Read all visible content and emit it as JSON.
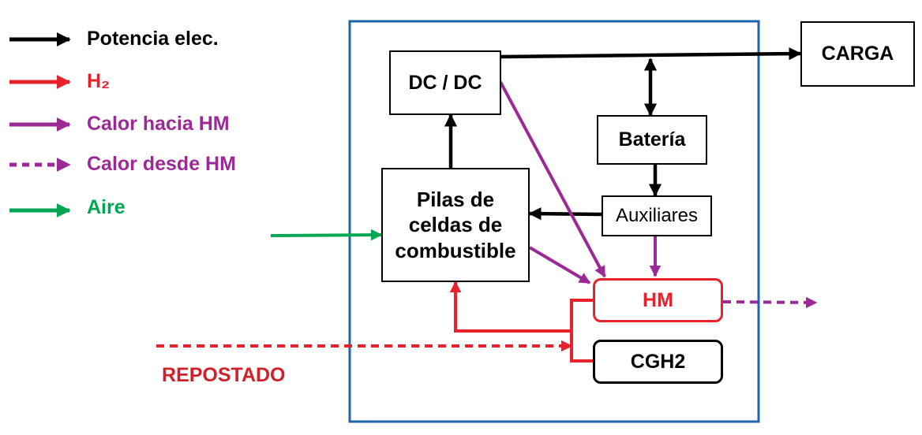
{
  "legend": {
    "power": "Potencia elec.",
    "h2": "H₂",
    "heat_to_hm": "Calor hacia HM",
    "heat_from_hm": "Calor desde HM",
    "air": "Aire"
  },
  "blocks": {
    "dcdc": "DC / DC",
    "load": "CARGA",
    "battery": "Batería",
    "auxiliaries": "Auxiliares",
    "fuel_cell_stack": "Pilas de celdas de combustible",
    "hm": "HM",
    "cgh2": "CGH2"
  },
  "refueling": "REPOSTADO",
  "colors": {
    "power": "#000000",
    "h2": "#e8212d",
    "heat": "#9c2a96",
    "air": "#00a651",
    "system_border": "#1f63aa"
  }
}
